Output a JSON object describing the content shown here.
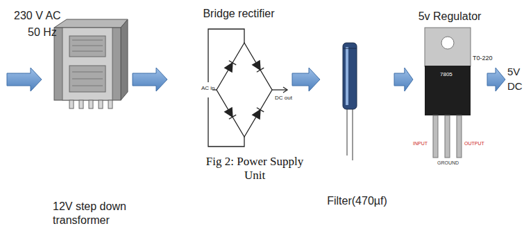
{
  "diagram": {
    "caption": "Fig 2: Power Supply Unit",
    "nodes": [
      {
        "text": [
          "12V step down transformer"
        ]
      },
      {
        "text": [
          "Bridge rectifier"
        ]
      },
      {
        "text": [
          "Filter(470µf)"
        ]
      },
      {
        "text": [
          "5v Regulator"
        ]
      }
    ],
    "edges": [
      {
        "from": 0,
        "to": 1,
        "arrow": "to"
      },
      {
        "from": 1,
        "to": 2,
        "arrow": "to"
      },
      {
        "from": 2,
        "to": 3,
        "arrow": "to"
      }
    ],
    "labels": [
      "230 V AC",
      "50 Hz",
      "AC in",
      "DC out",
      "7805",
      "T0-220",
      "INPUT",
      "OUTPUT",
      "GROUND",
      "5V",
      "DC"
    ]
  }
}
